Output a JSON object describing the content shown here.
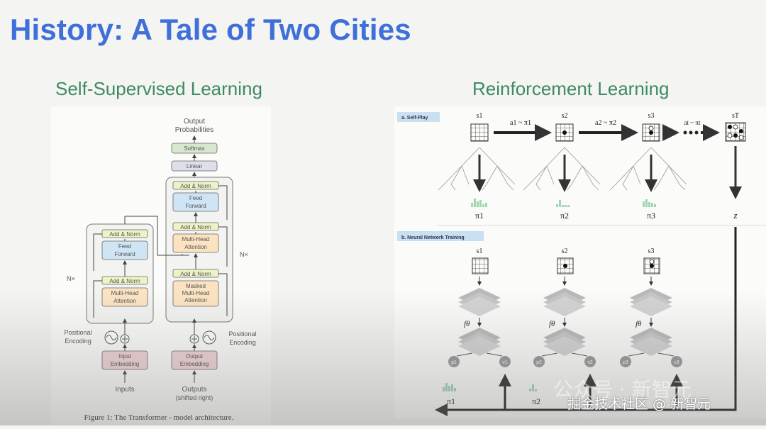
{
  "slide": {
    "title": "History: A Tale of Two Cities"
  },
  "left": {
    "heading": "Self-Supervised Learning",
    "figure": {
      "output_probs": [
        "Output",
        "Probabilities"
      ],
      "softmax": "Softmax",
      "linear": "Linear",
      "add_norm": "Add & Norm",
      "feed_forward": [
        "Feed",
        "Forward"
      ],
      "multi_head": [
        "Multi-Head",
        "Attention"
      ],
      "masked_multi_head": [
        "Masked",
        "Multi-Head",
        "Attention"
      ],
      "nx": "N×",
      "positional_encoding": [
        "Positional",
        "Encoding"
      ],
      "input_embedding": [
        "Input",
        "Embedding"
      ],
      "output_embedding": [
        "Output",
        "Embedding"
      ],
      "inputs": "Inputs",
      "outputs": [
        "Outputs",
        "(shifted right)"
      ],
      "caption": "Figure 1: The Transformer - model architecture."
    }
  },
  "right": {
    "heading": "Reinforcement Learning",
    "figure": {
      "self_play_tag": "a. Self-Play",
      "nn_training_tag": "b. Neural Network Training",
      "states": [
        "s1",
        "s2",
        "s3",
        "sT"
      ],
      "actions": [
        "a1 ~ π1",
        "a2 ~ π2",
        "at ~ πt"
      ],
      "policies": [
        "π1",
        "π2",
        "π3"
      ],
      "outcome": "z",
      "network": "fθ",
      "p_nodes": [
        "p1",
        "p2",
        "p3"
      ],
      "v_nodes": [
        "v1",
        "v2",
        "v3"
      ],
      "pi_symbol": "π"
    }
  },
  "overlay": {
    "watermark": "公众号 · 新智元",
    "credit": "掘金技术社区 @ 新智元"
  },
  "colors": {
    "title": "#3f6fd8",
    "section": "#3e8a62",
    "add_norm": "#eef3c6",
    "feed_forward": "#cfe5f5",
    "attention": "#fbe3c2",
    "embedding": "#f0d3d6",
    "softmax": "#d8e8cf",
    "linear": "#dcdfe8",
    "tag": "#c8e0ef",
    "policy_bar": "#9fd7b3"
  }
}
